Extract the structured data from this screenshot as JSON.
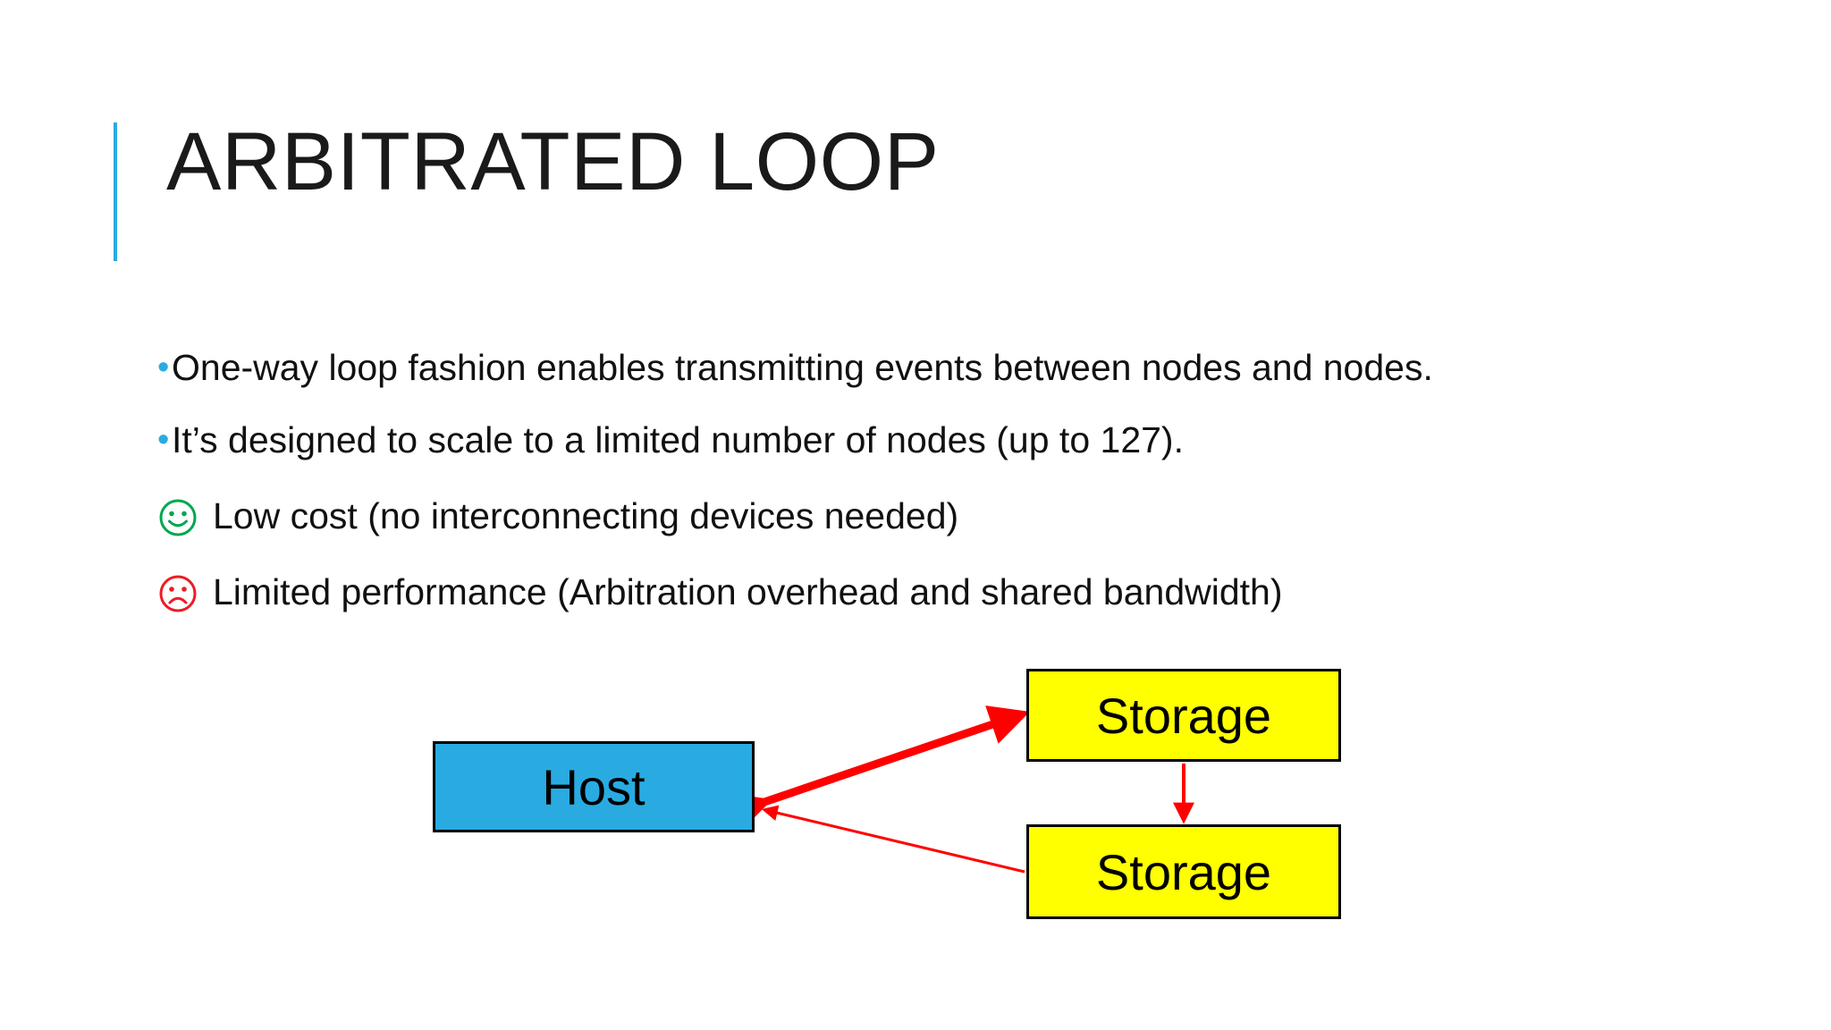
{
  "slide": {
    "title": "Arbitrated Loop",
    "accent_color": "#29ABE2",
    "background_color": "#FFFFFF",
    "bullets": [
      {
        "marker": "bullet-dot",
        "marker_color": "#29ABE2",
        "text": "One-way loop fashion enables transmitting events between nodes and nodes."
      },
      {
        "marker": "bullet-dot",
        "marker_color": "#29ABE2",
        "text": "It’s designed to scale to a limited number of nodes (up to 127)."
      },
      {
        "marker": "smiley-face",
        "marker_color": "#00A651",
        "text": "Low cost (no interconnecting devices needed)"
      },
      {
        "marker": "frowning-face",
        "marker_color": "#ED1C24",
        "text": "Limited performance (Arbitration overhead and shared bandwidth)"
      }
    ]
  },
  "diagram": {
    "arrow_color": "#FF0000",
    "nodes": [
      {
        "id": "host",
        "label": "Host",
        "fill": "#29ABE2",
        "border": "#000000"
      },
      {
        "id": "storage-1",
        "label": "Storage",
        "fill": "#FFFF00",
        "border": "#000000"
      },
      {
        "id": "storage-2",
        "label": "Storage",
        "fill": "#FFFF00",
        "border": "#000000"
      }
    ],
    "connections": [
      {
        "from": "host",
        "to": "storage-1",
        "style": "thick",
        "arrowheads": "both"
      },
      {
        "from": "storage-1",
        "to": "storage-2",
        "style": "thin",
        "arrowheads": "end"
      },
      {
        "from": "storage-2",
        "to": "host",
        "style": "thin",
        "arrowheads": "end"
      }
    ]
  }
}
